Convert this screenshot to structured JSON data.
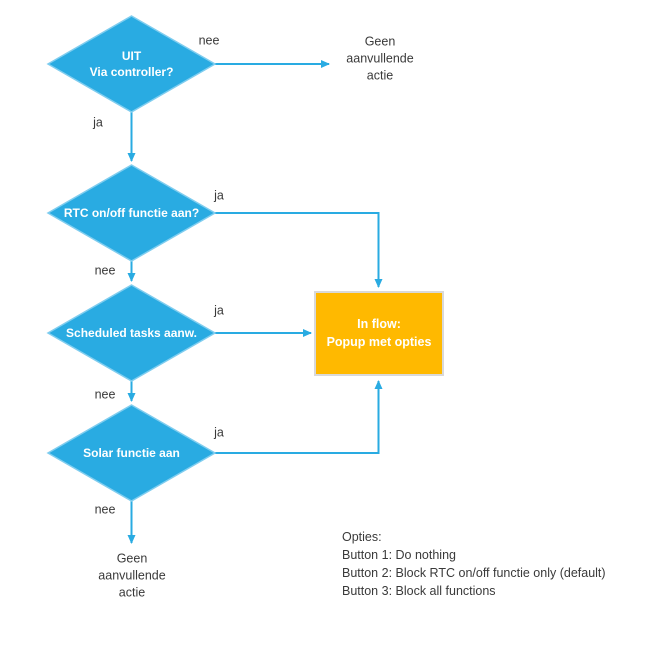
{
  "colors": {
    "azure": "#29ABE2",
    "diamond_border": "#7FCDEF",
    "orange": "#FFB900",
    "box_border": "#D9D9D9",
    "text": "#3A3A3A"
  },
  "nodes": {
    "d1": {
      "label": "UIT\nVia controller?"
    },
    "d2": {
      "label": "RTC on/off functie aan?"
    },
    "d3": {
      "label": "Scheduled tasks aanw."
    },
    "d4": {
      "label": "Solar functie aan"
    },
    "popup": {
      "label": "In flow:\nPopup met opties"
    },
    "end_top": {
      "label": "Geen\naanvullende\nactie"
    },
    "end_bottom": {
      "label": "Geen\naanvullende\nactie"
    }
  },
  "edge_labels": {
    "d1_nee": "nee",
    "d1_ja": "ja",
    "d2_ja": "ja",
    "d2_nee": "nee",
    "d3_ja": "ja",
    "d3_nee": "nee",
    "d4_ja": "ja",
    "d4_nee": "nee"
  },
  "opties": {
    "title": "Opties:",
    "buttons": [
      "Button 1: Do nothing",
      "Button 2: Block RTC on/off functie only (default)",
      "Button 3: Block all functions"
    ]
  }
}
